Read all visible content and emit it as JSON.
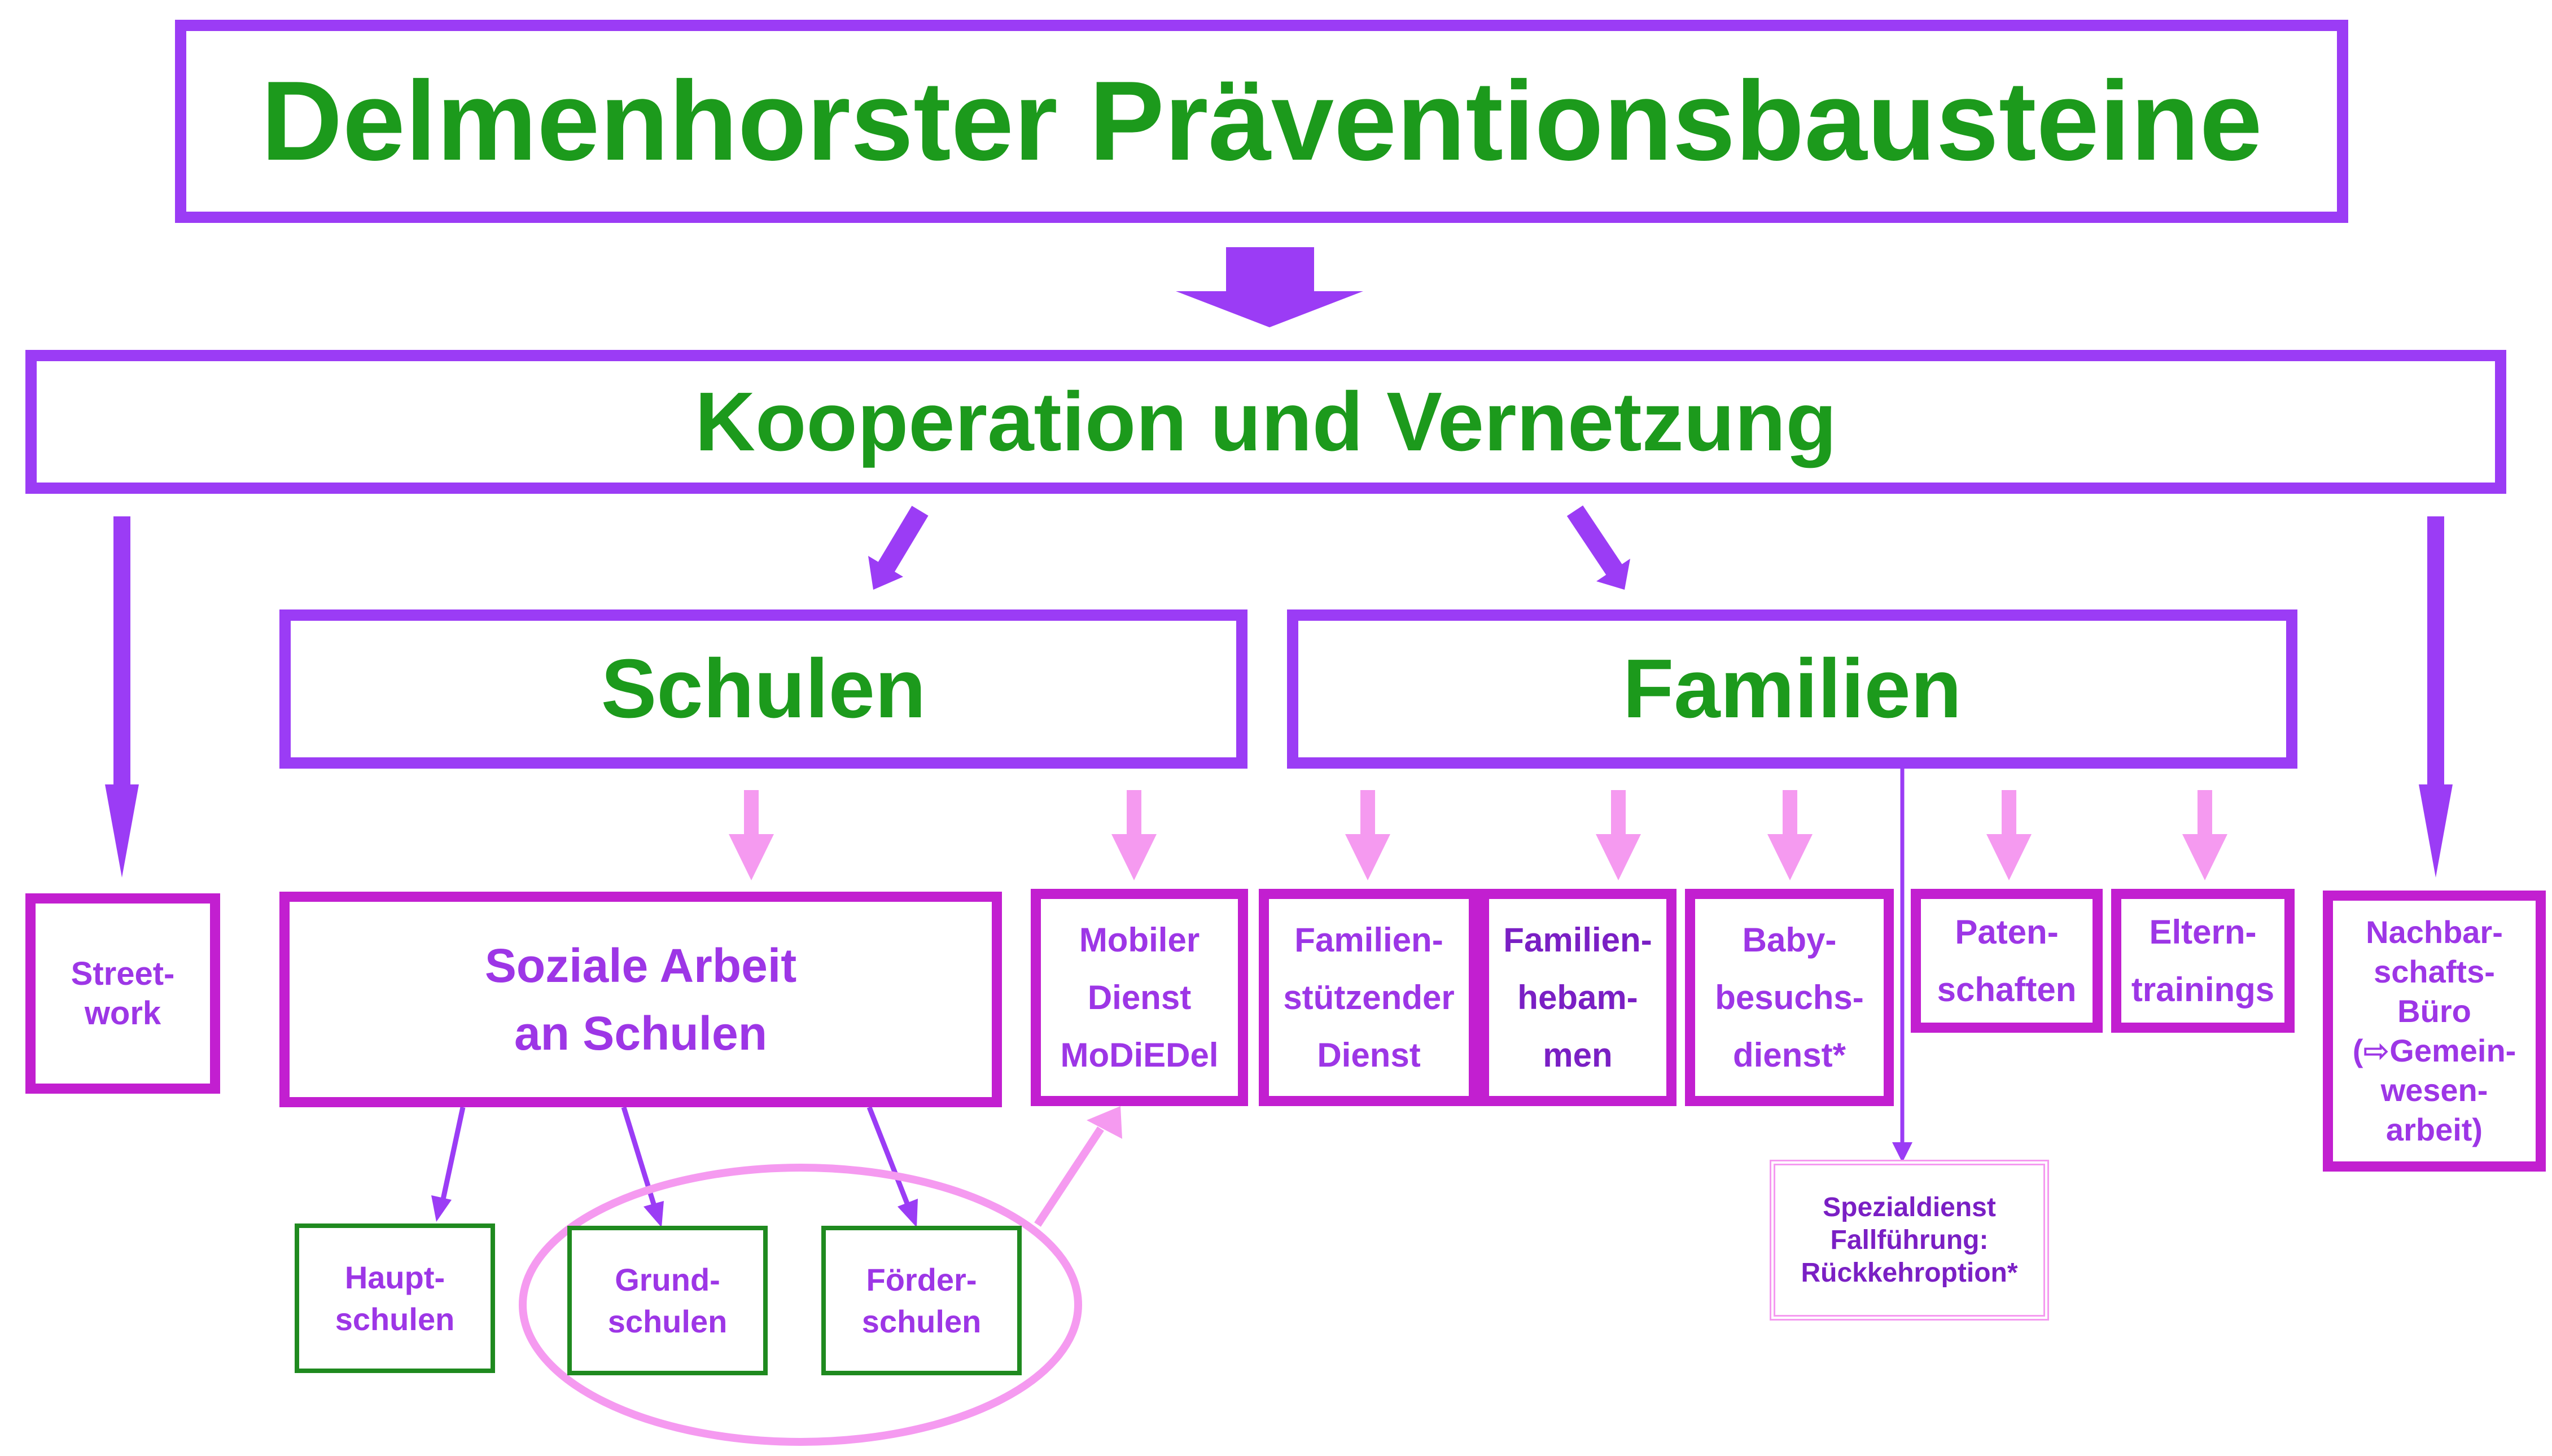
{
  "title": "Delmenhorster Präventionsbausteine",
  "cooperation": "Kooperation und Vernetzung",
  "schools_header": "Schulen",
  "families_header": "Familien",
  "streetwork": [
    "Street-",
    "work"
  ],
  "social_work": [
    "Soziale Arbeit",
    "an Schulen"
  ],
  "mobile_service": [
    "Mobiler",
    "Dienst",
    "MoDiEDel"
  ],
  "family_support": [
    "Familien-",
    "stützender",
    "Dienst"
  ],
  "family_midwives": [
    "Familien-",
    "hebam-",
    "men"
  ],
  "baby_visits": [
    "Baby-",
    "besuchs-",
    "dienst*"
  ],
  "sponsorships": [
    "Paten-",
    "schaften"
  ],
  "parent_trainings": [
    "Eltern-",
    "trainings"
  ],
  "neighborhood_office": [
    "Nachbar-",
    "schafts-",
    "Büro",
    "(⇨Gemein-",
    "wesen-",
    "arbeit)"
  ],
  "special_service": [
    "Spezialdienst",
    "Fallführung:",
    "Rückkehroption*"
  ],
  "school_types": {
    "haupt": [
      "Haupt-",
      "schulen"
    ],
    "grund": [
      "Grund-",
      "schulen"
    ],
    "foerder": [
      "Förder-",
      "schulen"
    ]
  },
  "colors": {
    "violet": "#9b3cf5",
    "magenta": "#c21fd0",
    "green": "#1c9a1c",
    "pink": "#f59af0",
    "purple_text": "#9d36e6"
  }
}
